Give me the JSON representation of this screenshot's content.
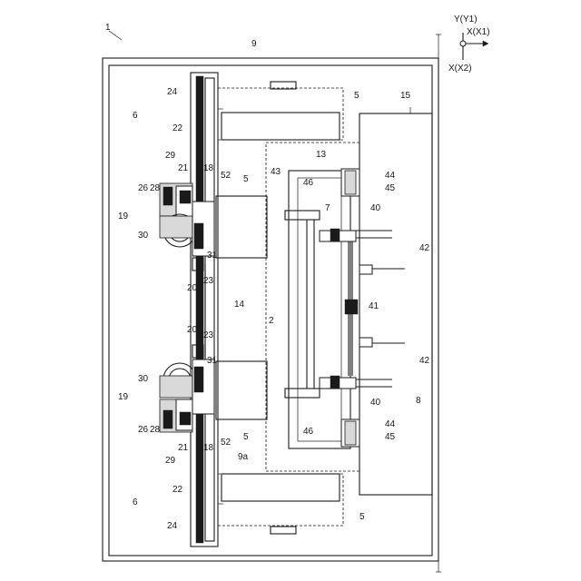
{
  "figure": {
    "axis": {
      "x1": "X(X1)",
      "x2": "X(X2)",
      "y1": "Y(Y1)"
    },
    "labels": {
      "l1": "1",
      "l9": "9",
      "l9a": "9a",
      "l15": "15",
      "l14": "14",
      "l13": "13",
      "l6a": "6",
      "l6b": "6",
      "l24a": "24",
      "l24b": "24",
      "l22a": "22",
      "l22b": "22",
      "l5a": "5",
      "l5b": "5",
      "l5c": "5",
      "l5d": "5",
      "l29a": "29",
      "l29b": "29",
      "l21a": "21",
      "l21b": "21",
      "l18a": "18",
      "l18b": "18",
      "l52a": "52",
      "l52b": "52",
      "l28a": "28",
      "l26a": "26",
      "l28b": "28",
      "l26b": "26",
      "l19a": "19",
      "l19b": "19",
      "l30a": "30",
      "l30b": "30",
      "l31a": "31",
      "l31b": "31",
      "l23a": "23",
      "l23b": "23",
      "l20a": "20",
      "l20b": "20",
      "l43": "43",
      "l46a": "46",
      "l46b": "46",
      "l7": "7",
      "l2": "2",
      "l40a": "40",
      "l40b": "40",
      "l41": "41",
      "l42a": "42",
      "l42b": "42",
      "l8": "8",
      "l44a": "44",
      "l45a": "45",
      "l44b": "44",
      "l45b": "45"
    }
  }
}
